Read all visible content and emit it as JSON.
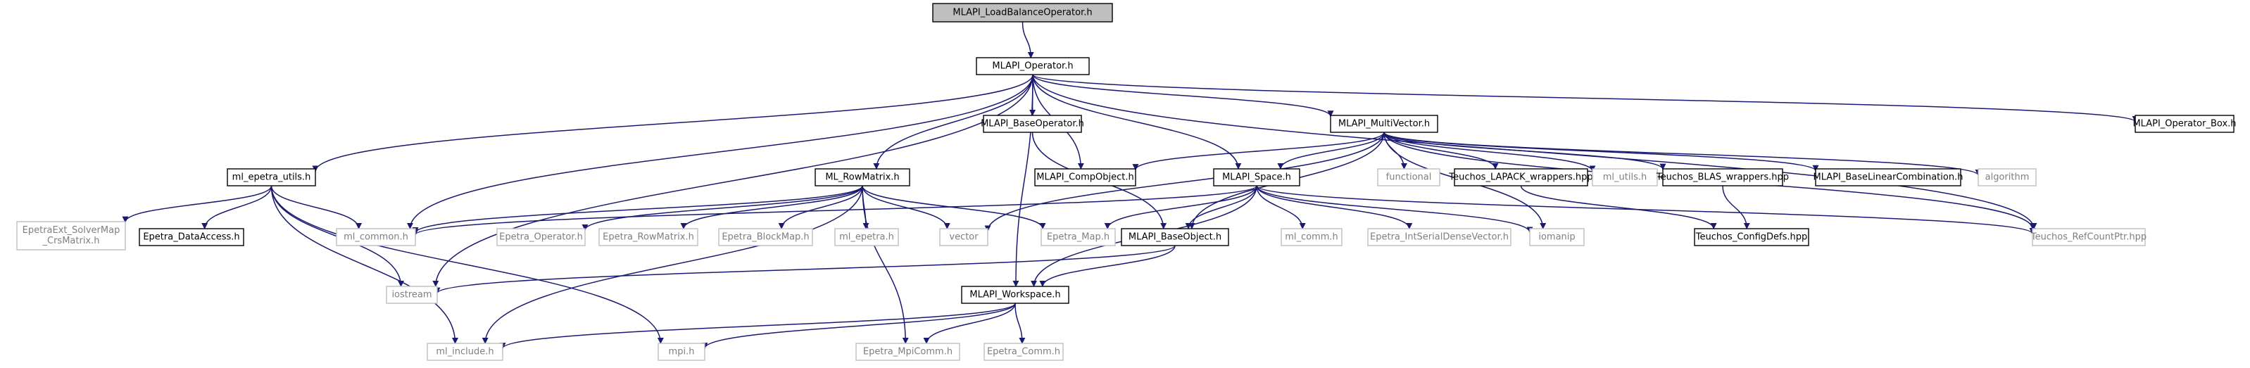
{
  "diagram": {
    "colors": {
      "edge": "#191970",
      "root_fill": "#bfbfbf",
      "documented_border": "#000000",
      "documented_text": "#000000",
      "external_border": "#bfbfbf",
      "external_text": "#7f7f7f",
      "node_fill": "#ffffff"
    },
    "nodes": {
      "loadbalance": {
        "label": "MLAPI_LoadBalanceOperator.h",
        "kind": "root"
      },
      "operator": {
        "label": "MLAPI_Operator.h",
        "kind": "documented"
      },
      "ml_epetra_utils": {
        "label": "ml_epetra_utils.h",
        "kind": "documented"
      },
      "ml_common": {
        "label": "ml_common.h",
        "kind": "external"
      },
      "iostream": {
        "label": "iostream",
        "kind": "external"
      },
      "ml_rowmatrix": {
        "label": "ML_RowMatrix.h",
        "kind": "documented"
      },
      "workspace": {
        "label": "MLAPI_Workspace.h",
        "kind": "documented"
      },
      "baseoperator": {
        "label": "MLAPI_BaseOperator.h",
        "kind": "documented"
      },
      "compobject": {
        "label": "MLAPI_CompObject.h",
        "kind": "documented"
      },
      "space": {
        "label": "MLAPI_Space.h",
        "kind": "documented"
      },
      "multivector": {
        "label": "MLAPI_MultiVector.h",
        "kind": "documented"
      },
      "refcountptr": {
        "label": "Teuchos_RefCountPtr.hpp",
        "kind": "external"
      },
      "operator_box": {
        "label": "MLAPI_Operator_Box.h",
        "kind": "documented"
      },
      "epetraext_solvermap": {
        "label": [
          "EpetraExt_SolverMap",
          "_CrsMatrix.h"
        ],
        "kind": "external"
      },
      "epetra_dataaccess": {
        "label": "Epetra_DataAccess.h",
        "kind": "documented"
      },
      "ml_include": {
        "label": "ml_include.h",
        "kind": "external"
      },
      "mpi": {
        "label": "mpi.h",
        "kind": "external"
      },
      "epetra_operator": {
        "label": "Epetra_Operator.h",
        "kind": "external"
      },
      "epetra_rowmatrix": {
        "label": "Epetra_RowMatrix.h",
        "kind": "external"
      },
      "epetra_blockmap": {
        "label": "Epetra_BlockMap.h",
        "kind": "external"
      },
      "ml_epetra": {
        "label": "ml_epetra.h",
        "kind": "external"
      },
      "vector": {
        "label": "vector",
        "kind": "external"
      },
      "epetra_map": {
        "label": "Epetra_Map.h",
        "kind": "external"
      },
      "epetra_mpicomm": {
        "label": "Epetra_MpiComm.h",
        "kind": "external"
      },
      "baseobject": {
        "label": "MLAPI_BaseObject.h",
        "kind": "documented"
      },
      "epetra_comm": {
        "label": "Epetra_Comm.h",
        "kind": "external"
      },
      "ml_comm": {
        "label": "ml_comm.h",
        "kind": "external"
      },
      "intserialdense": {
        "label": "Epetra_IntSerialDenseVector.h",
        "kind": "external"
      },
      "iomanip": {
        "label": "iomanip",
        "kind": "external"
      },
      "functional": {
        "label": "functional",
        "kind": "external"
      },
      "lapack_wrappers": {
        "label": "Teuchos_LAPACK_wrappers.hpp",
        "kind": "documented"
      },
      "ml_utils": {
        "label": "ml_utils.h",
        "kind": "external"
      },
      "blas_wrappers": {
        "label": "Teuchos_BLAS_wrappers.hpp",
        "kind": "documented"
      },
      "baselinearcombination": {
        "label": "MLAPI_BaseLinearCombination.h",
        "kind": "documented"
      },
      "algorithm": {
        "label": "algorithm",
        "kind": "external"
      },
      "configdefs": {
        "label": "Teuchos_ConfigDefs.hpp",
        "kind": "documented"
      }
    },
    "edges": [
      [
        "loadbalance",
        "operator"
      ],
      [
        "operator",
        "ml_epetra_utils"
      ],
      [
        "operator",
        "ml_common"
      ],
      [
        "operator",
        "iostream"
      ],
      [
        "operator",
        "ml_rowmatrix"
      ],
      [
        "operator",
        "workspace"
      ],
      [
        "operator",
        "baseoperator"
      ],
      [
        "operator",
        "compobject"
      ],
      [
        "operator",
        "space"
      ],
      [
        "operator",
        "multivector"
      ],
      [
        "operator",
        "refcountptr"
      ],
      [
        "operator",
        "operator_box"
      ],
      [
        "ml_epetra_utils",
        "epetraext_solvermap"
      ],
      [
        "ml_epetra_utils",
        "epetra_dataaccess"
      ],
      [
        "ml_epetra_utils",
        "ml_common"
      ],
      [
        "ml_epetra_utils",
        "iostream"
      ],
      [
        "ml_epetra_utils",
        "ml_include"
      ],
      [
        "ml_epetra_utils",
        "mpi"
      ],
      [
        "ml_rowmatrix",
        "ml_common"
      ],
      [
        "ml_rowmatrix",
        "epetra_operator"
      ],
      [
        "ml_rowmatrix",
        "epetra_rowmatrix"
      ],
      [
        "ml_rowmatrix",
        "epetra_blockmap"
      ],
      [
        "ml_rowmatrix",
        "ml_epetra"
      ],
      [
        "ml_rowmatrix",
        "vector"
      ],
      [
        "ml_rowmatrix",
        "epetra_map"
      ],
      [
        "ml_rowmatrix",
        "epetra_mpicomm"
      ],
      [
        "ml_rowmatrix",
        "ml_include"
      ],
      [
        "baseoperator",
        "baseobject"
      ],
      [
        "multivector",
        "compobject"
      ],
      [
        "multivector",
        "space"
      ],
      [
        "multivector",
        "baseobject"
      ],
      [
        "multivector",
        "vector"
      ],
      [
        "multivector",
        "iomanip"
      ],
      [
        "multivector",
        "functional"
      ],
      [
        "multivector",
        "lapack_wrappers"
      ],
      [
        "multivector",
        "ml_utils"
      ],
      [
        "multivector",
        "blas_wrappers"
      ],
      [
        "multivector",
        "baselinearcombination"
      ],
      [
        "multivector",
        "algorithm"
      ],
      [
        "multivector",
        "refcountptr"
      ],
      [
        "space",
        "ml_common"
      ],
      [
        "space",
        "epetra_map"
      ],
      [
        "space",
        "baseobject"
      ],
      [
        "space",
        "ml_comm"
      ],
      [
        "space",
        "intserialdense"
      ],
      [
        "space",
        "iomanip"
      ],
      [
        "space",
        "workspace"
      ],
      [
        "space",
        "refcountptr"
      ],
      [
        "baseobject",
        "iostream"
      ],
      [
        "baseobject",
        "workspace"
      ],
      [
        "workspace",
        "ml_include"
      ],
      [
        "workspace",
        "mpi"
      ],
      [
        "workspace",
        "epetra_mpicomm"
      ],
      [
        "workspace",
        "epetra_comm"
      ],
      [
        "lapack_wrappers",
        "configdefs"
      ],
      [
        "blas_wrappers",
        "configdefs"
      ]
    ]
  }
}
